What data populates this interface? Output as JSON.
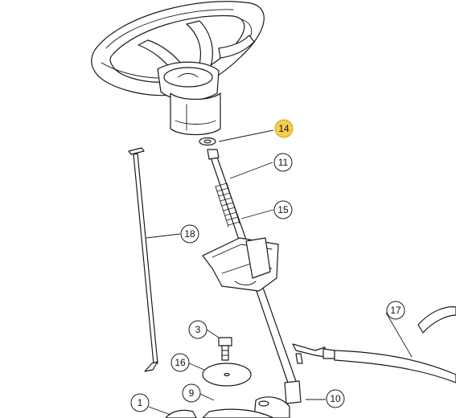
{
  "highlight_color": "#f5d04c",
  "callouts": [
    {
      "id": "c14",
      "label": "14",
      "highlighted": true
    },
    {
      "id": "c11",
      "label": "11",
      "highlighted": false
    },
    {
      "id": "c15",
      "label": "15",
      "highlighted": false
    },
    {
      "id": "c18",
      "label": "18",
      "highlighted": false
    },
    {
      "id": "c17",
      "label": "17",
      "highlighted": false
    },
    {
      "id": "c3",
      "label": "3",
      "highlighted": false
    },
    {
      "id": "c16",
      "label": "16",
      "highlighted": false
    },
    {
      "id": "c9",
      "label": "9",
      "highlighted": false
    },
    {
      "id": "c1",
      "label": "1",
      "highlighted": false
    },
    {
      "id": "c10",
      "label": "10",
      "highlighted": false
    }
  ]
}
